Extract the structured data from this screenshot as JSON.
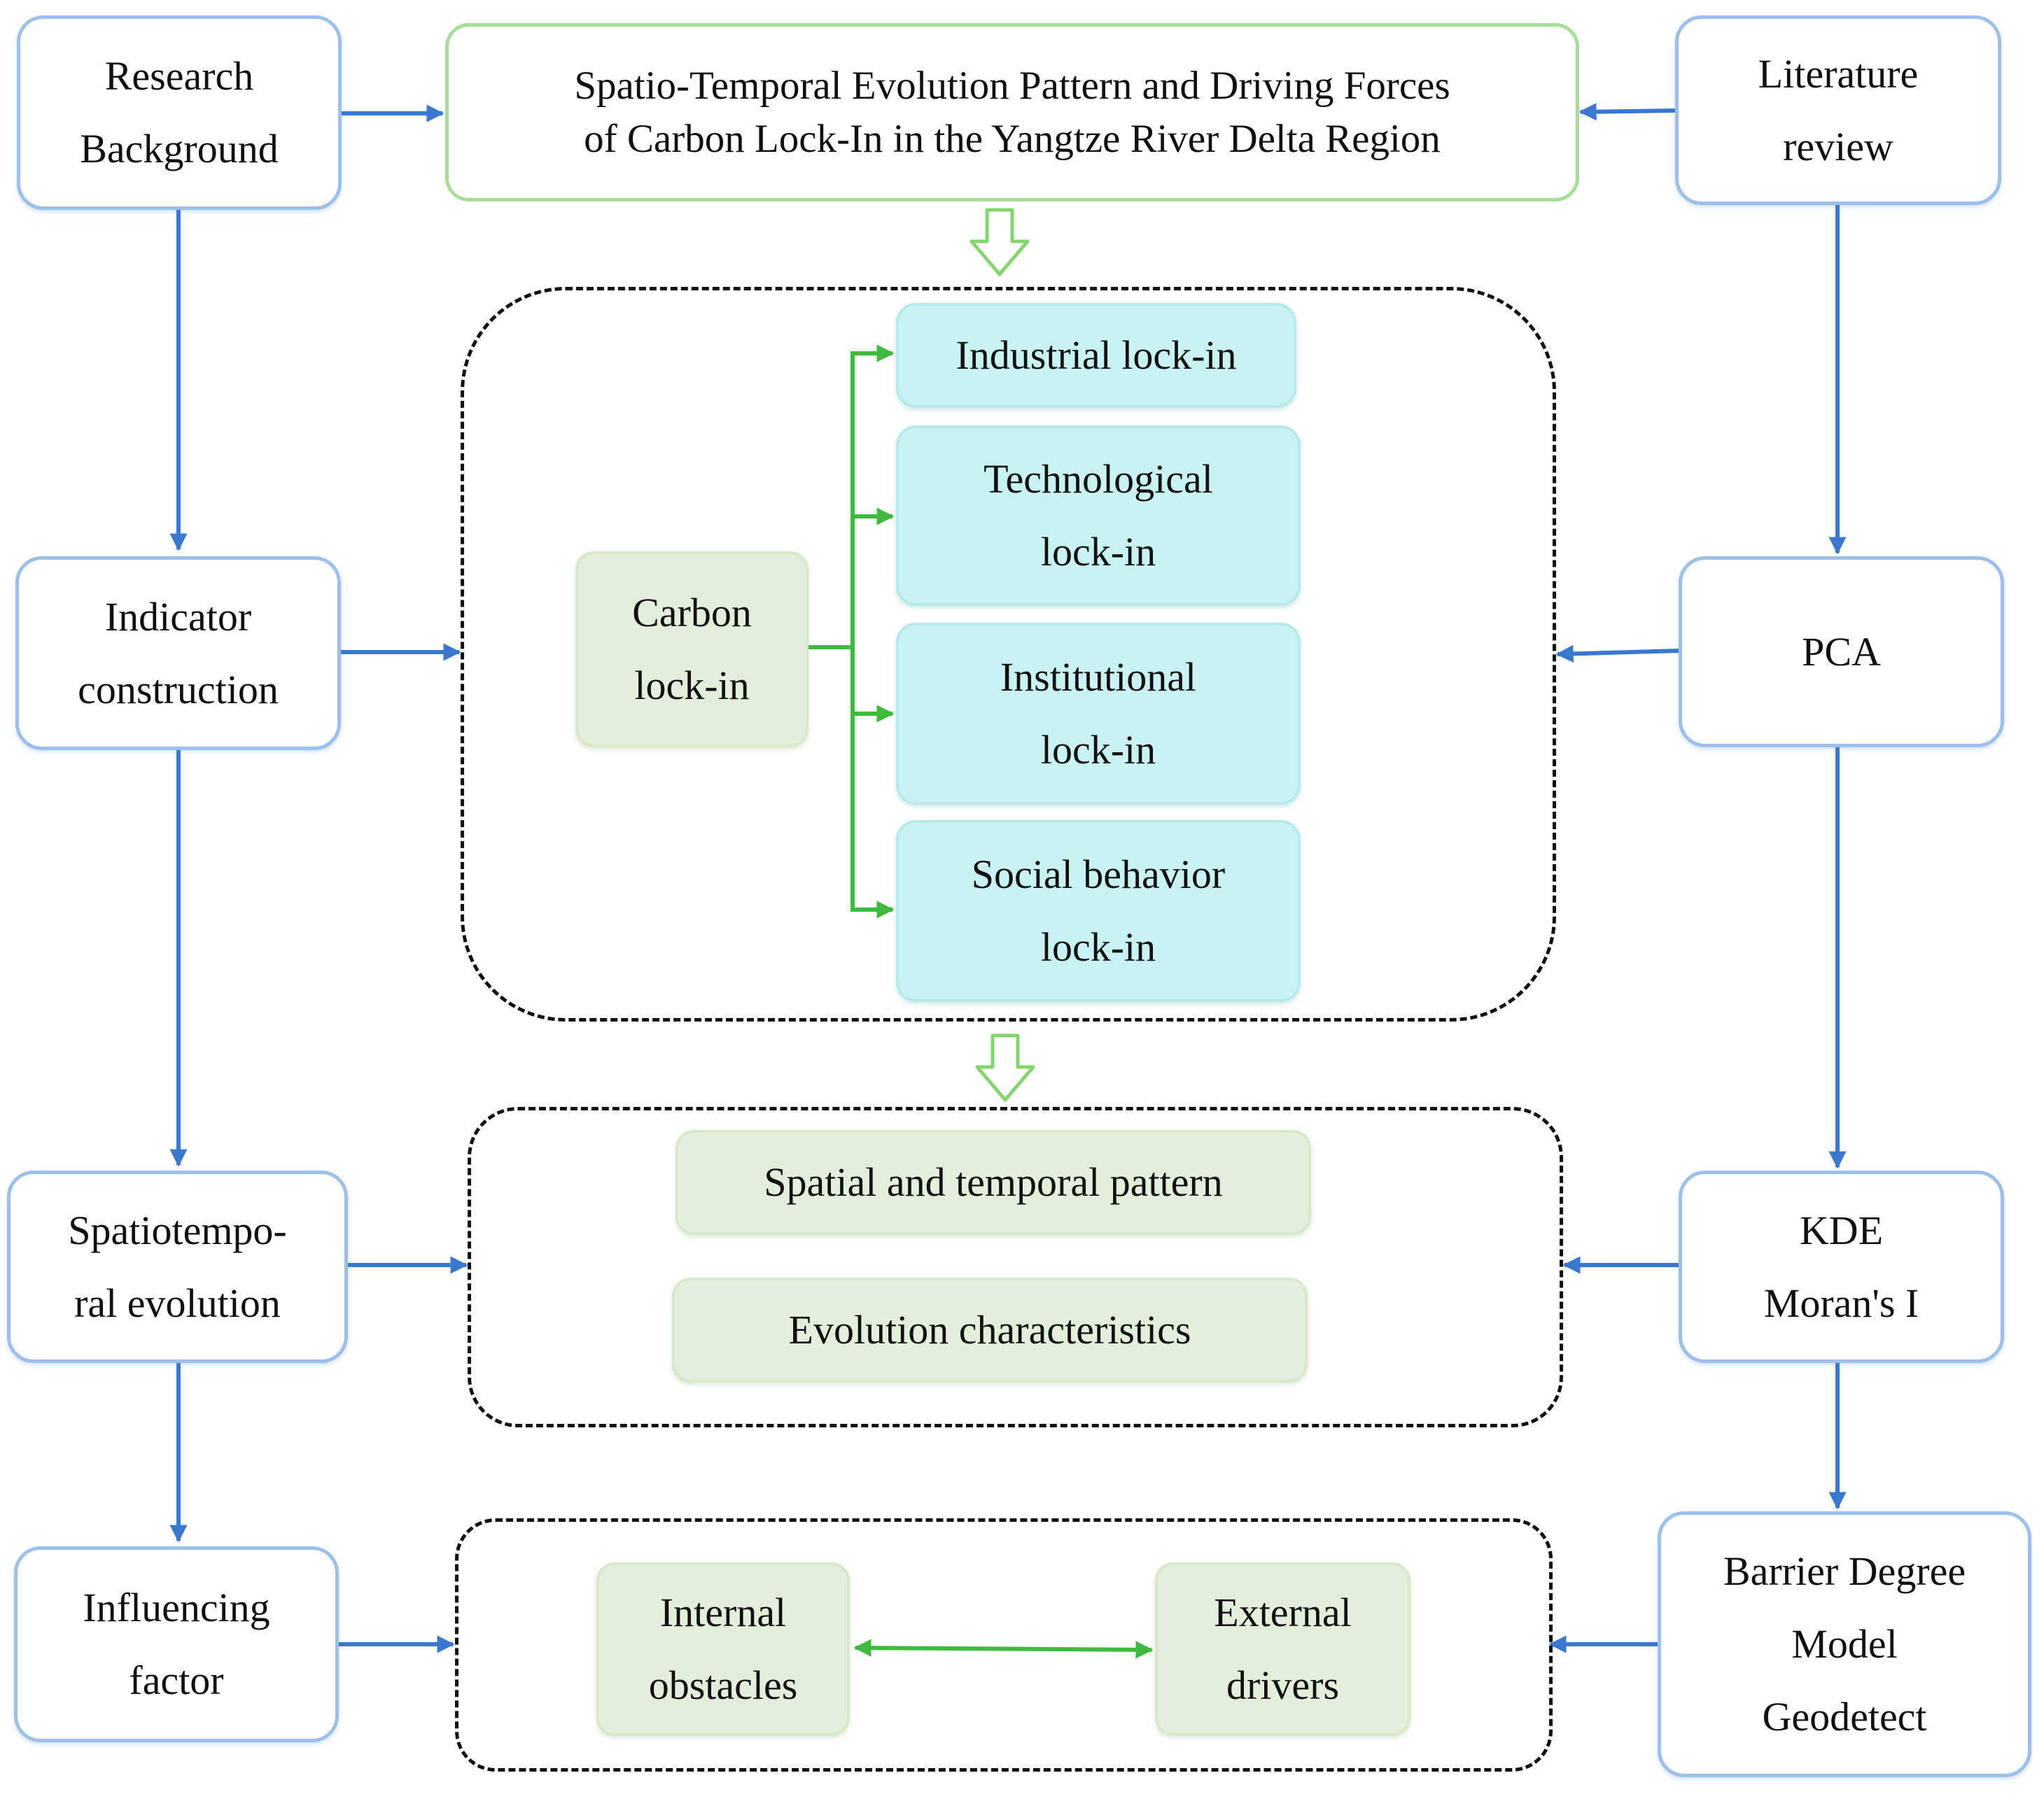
{
  "title": {
    "line1": "Spatio-Temporal Evolution Pattern and Driving Forces",
    "line2": "of Carbon Lock-In in the Yangtze River Delta  Region"
  },
  "left": {
    "research_background": [
      "Research",
      "Background"
    ],
    "indicator_construction": [
      "Indicator",
      "construction"
    ],
    "spatiotemporal_evolution": [
      "Spatiotempo-",
      "ral evolution"
    ],
    "influencing_factor": [
      "Influencing",
      "factor"
    ]
  },
  "right": {
    "literature_review": [
      "Literature",
      "review"
    ],
    "pca": [
      "PCA"
    ],
    "kde_moran": [
      "KDE",
      "Moran's I"
    ],
    "barrier_geodetect": [
      "Barrier Degree",
      "Model",
      "Geodetect"
    ]
  },
  "carbon": {
    "root": [
      "Carbon",
      "lock-in"
    ],
    "industrial": [
      "Industrial lock-in"
    ],
    "technological": [
      "Technological",
      "lock-in"
    ],
    "institutional": [
      "Institutional",
      "lock-in"
    ],
    "social": [
      "Social behavior",
      "lock-in"
    ]
  },
  "pattern": {
    "spatial": "Spatial and temporal pattern",
    "evolution": "Evolution characteristics"
  },
  "factors": {
    "internal": [
      "Internal",
      "obstacles"
    ],
    "external": [
      "External",
      "drivers"
    ]
  },
  "colors": {
    "blue_arrow": "#3a78d0",
    "green_arrow": "#3fba3f",
    "blue_border": "#9cc0ea",
    "green_fill": "#e2efda",
    "cyan_fill": "#c9f3f3"
  }
}
